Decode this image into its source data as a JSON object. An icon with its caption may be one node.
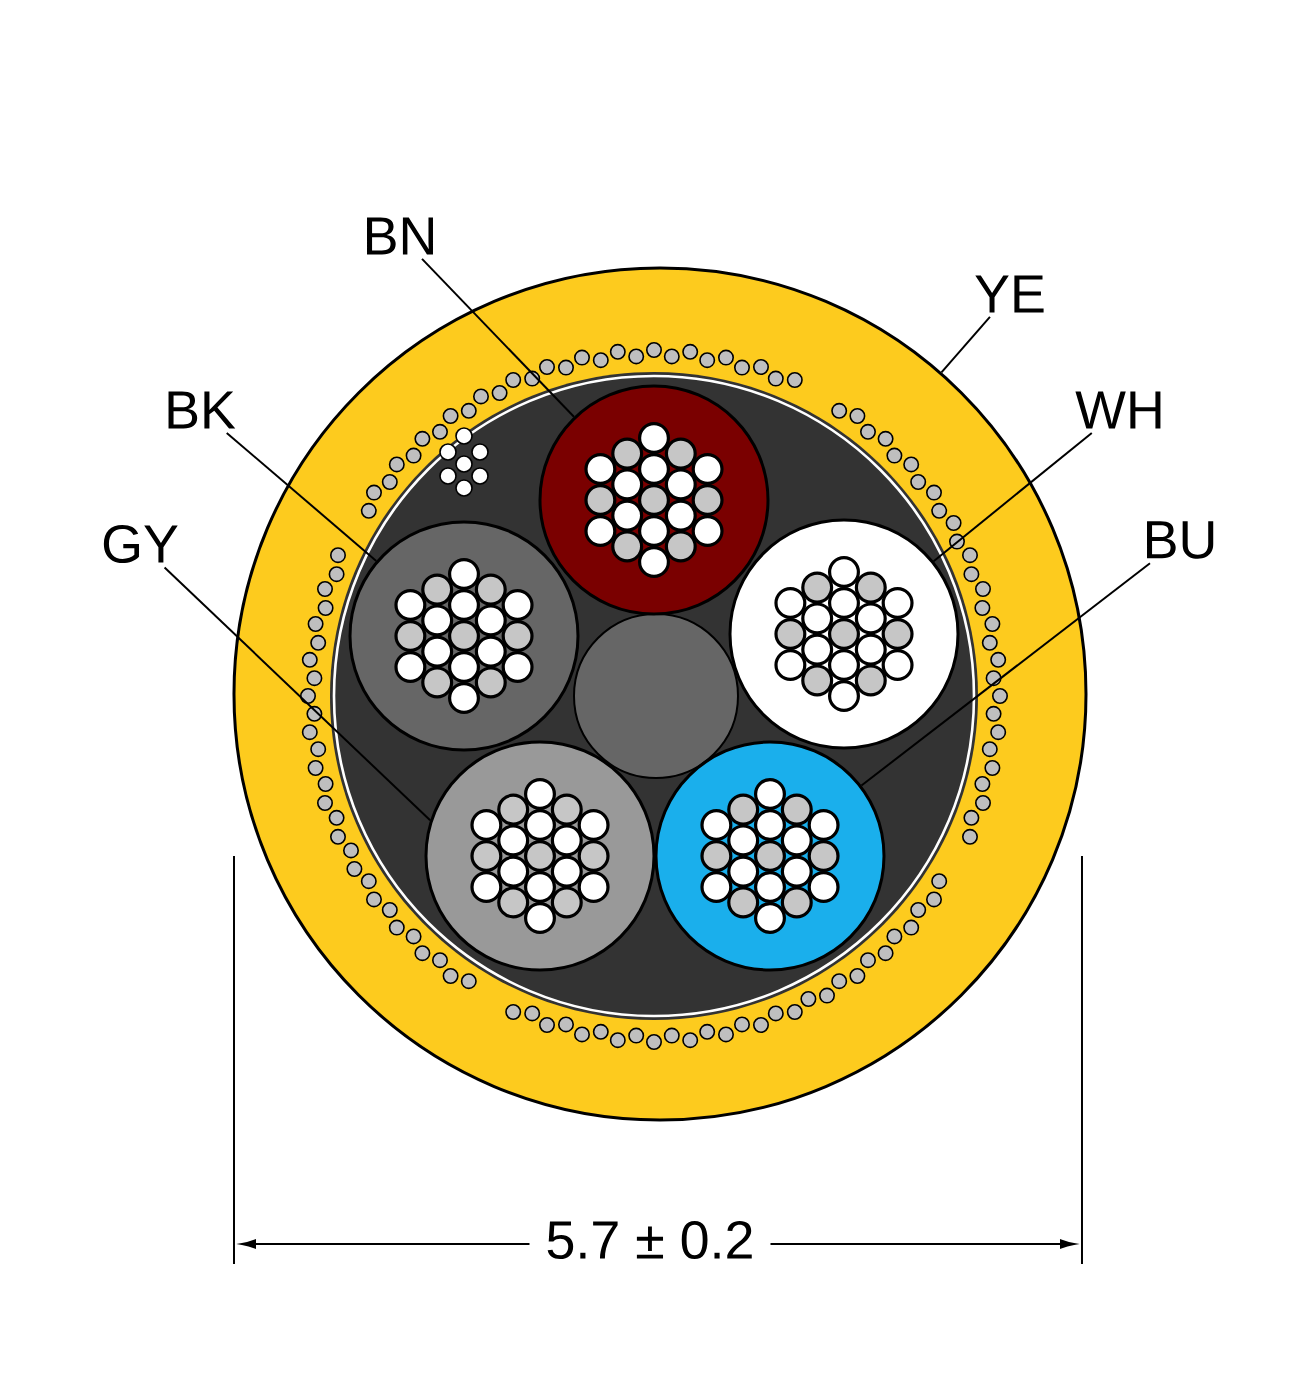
{
  "diagram": {
    "nodes": [
      {
        "text": [
          "BN"
        ]
      },
      {
        "text": [
          "YE"
        ]
      },
      {
        "text": [
          "BK"
        ]
      },
      {
        "text": [
          "WH"
        ]
      },
      {
        "text": [
          "GY"
        ]
      },
      {
        "text": [
          "BU"
        ]
      },
      {
        "text": [],
        "shape": "circle"
      },
      {
        "text": [],
        "shape": "circle",
        "in": 6
      },
      {
        "text": [],
        "shape": "circle",
        "in": 6
      },
      {
        "text": [],
        "shape": "circle",
        "in": 6
      },
      {
        "text": [],
        "shape": "circle",
        "in": 6
      },
      {
        "text": [],
        "shape": "circle",
        "in": 6
      }
    ],
    "edges": [
      {
        "from": 0,
        "to": 7,
        "arrow": "none"
      },
      {
        "from": 1,
        "to": 6,
        "arrow": "none"
      },
      {
        "from": 2,
        "to": 8,
        "arrow": "none"
      },
      {
        "from": 3,
        "to": 9,
        "arrow": "none"
      },
      {
        "from": 4,
        "to": 10,
        "arrow": "none"
      },
      {
        "from": 5,
        "to": 11,
        "arrow": "none"
      }
    ],
    "labels": [
      "5.7 ± 0.2"
    ]
  }
}
